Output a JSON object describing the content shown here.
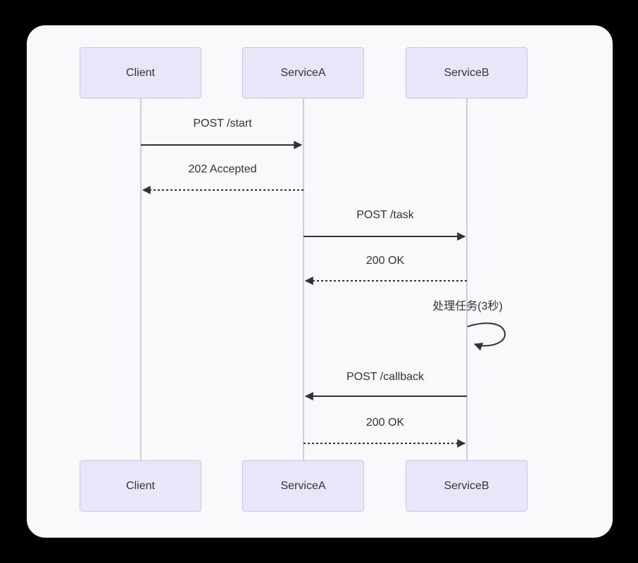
{
  "diagram": {
    "type": "sequence",
    "actors": [
      {
        "name": "Client"
      },
      {
        "name": "ServiceA"
      },
      {
        "name": "ServiceB"
      }
    ],
    "messages": [
      {
        "from": "Client",
        "to": "ServiceA",
        "label": "POST /start",
        "style": "solid"
      },
      {
        "from": "ServiceA",
        "to": "Client",
        "label": "202 Accepted",
        "style": "dashed"
      },
      {
        "from": "ServiceA",
        "to": "ServiceB",
        "label": "POST /task",
        "style": "solid"
      },
      {
        "from": "ServiceB",
        "to": "ServiceA",
        "label": "200 OK",
        "style": "dashed"
      },
      {
        "from": "ServiceB",
        "to": "ServiceB",
        "label": "处理任务(3秒)",
        "style": "self-loop"
      },
      {
        "from": "ServiceB",
        "to": "ServiceA",
        "label": "POST /callback",
        "style": "solid"
      },
      {
        "from": "ServiceA",
        "to": "ServiceB",
        "label": "200 OK",
        "style": "dashed"
      }
    ],
    "colors": {
      "page_background": "#000000",
      "canvas": "#F9F9FB",
      "actor_fill": "#E9E6F9",
      "actor_border": "#CDC3E9",
      "lifeline": "#CFC8EA",
      "arrow": "#333333",
      "text": "#333333"
    }
  }
}
